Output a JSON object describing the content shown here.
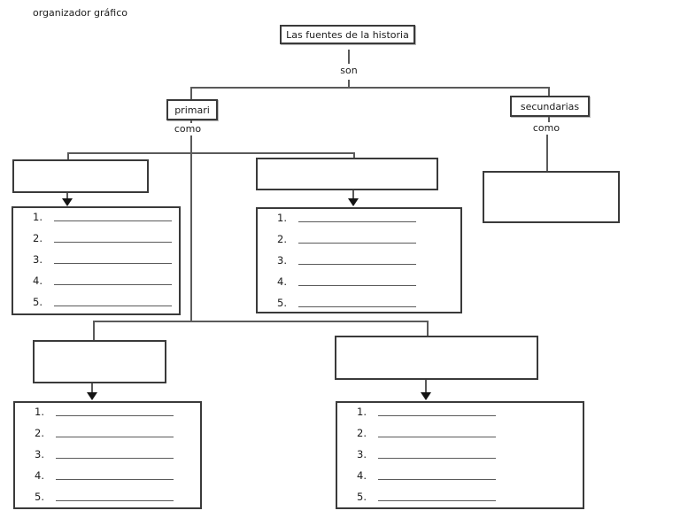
{
  "page": {
    "label": "organizador gráfico"
  },
  "diagram": {
    "root": "Las fuentes de la historia",
    "root_connector": "son",
    "branches": [
      {
        "label": "primari",
        "connector": "como"
      },
      {
        "label": "secundarias",
        "connector": "como"
      }
    ]
  },
  "list_numbers": [
    "1.",
    "2.",
    "3.",
    "4.",
    "5."
  ],
  "colors": {
    "background": "#ffffff",
    "text": "#1c1c1c",
    "box_border": "#3a3a3a",
    "line": "#5a5a5a",
    "arrow": "#141414"
  }
}
